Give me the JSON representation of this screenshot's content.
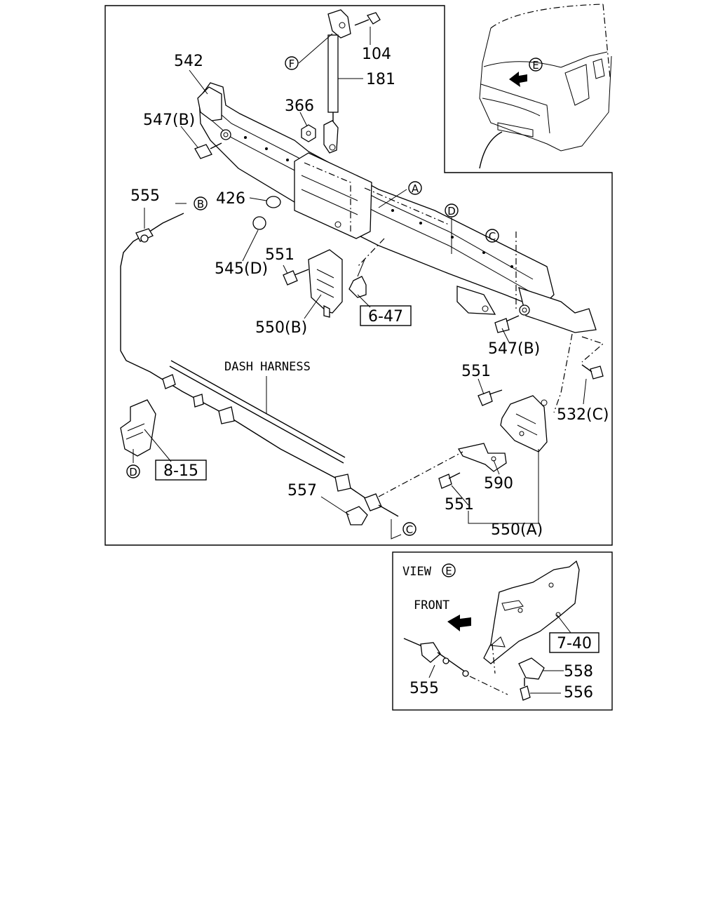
{
  "callouts": {
    "p542": "542",
    "p547b_top": "547(B)",
    "p104": "104",
    "p181": "181",
    "p366": "366",
    "p555_top": "555",
    "p426": "426",
    "p545d": "545(D)",
    "p551_a": "551",
    "p550b": "550(B)",
    "p547b_right": "547(B)",
    "p551_b": "551",
    "p532c": "532(C)",
    "p590": "590",
    "p551_c": "551",
    "p550a": "550(A)",
    "p557": "557",
    "p555_view": "555",
    "p558": "558",
    "p556": "556"
  },
  "markers": {
    "A": "A",
    "B": "B",
    "C_top": "C",
    "C_bottom": "C",
    "D_top": "D",
    "D_bottom": "D",
    "E_cab": "E",
    "E_view": "E",
    "F": "F"
  },
  "references": {
    "ref_6_47": "6-47",
    "ref_8_15": "8-15",
    "ref_7_40": "7-40"
  },
  "text": {
    "dash_harness": "DASH HARNESS",
    "view_label": "VIEW",
    "front_label": "FRONT"
  }
}
